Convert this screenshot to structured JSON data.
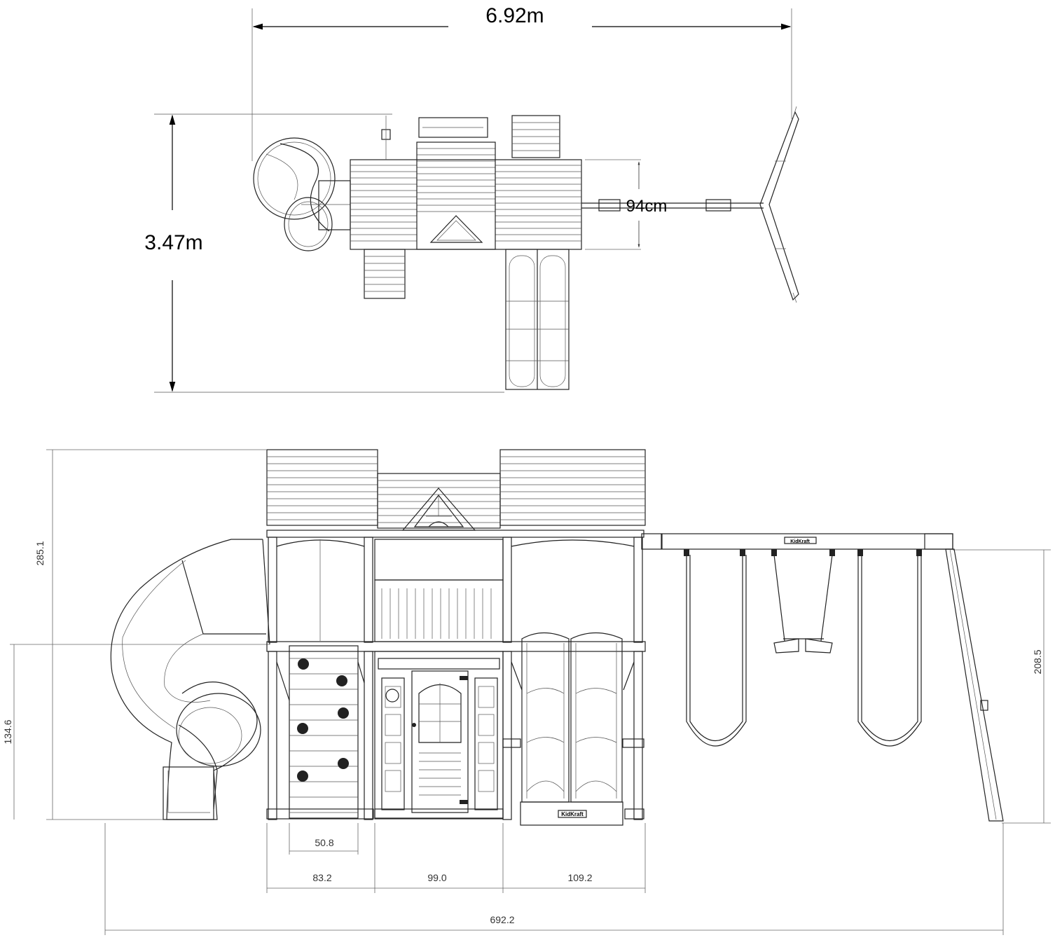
{
  "top_view": {
    "width_label": "6.92m",
    "depth_label": "3.47m",
    "swing_gap_label": "94cm"
  },
  "front_view": {
    "total_height": "285.1",
    "deck_height": "134.6",
    "swing_height": "208.5",
    "ladder_width": "50.8",
    "tower_left_width": "83.2",
    "center_width": "99.0",
    "tower_right_width": "109.2",
    "total_width": "692.2",
    "swing_beam_brand": "KidKraft",
    "slide_brand": "KidKraft"
  }
}
